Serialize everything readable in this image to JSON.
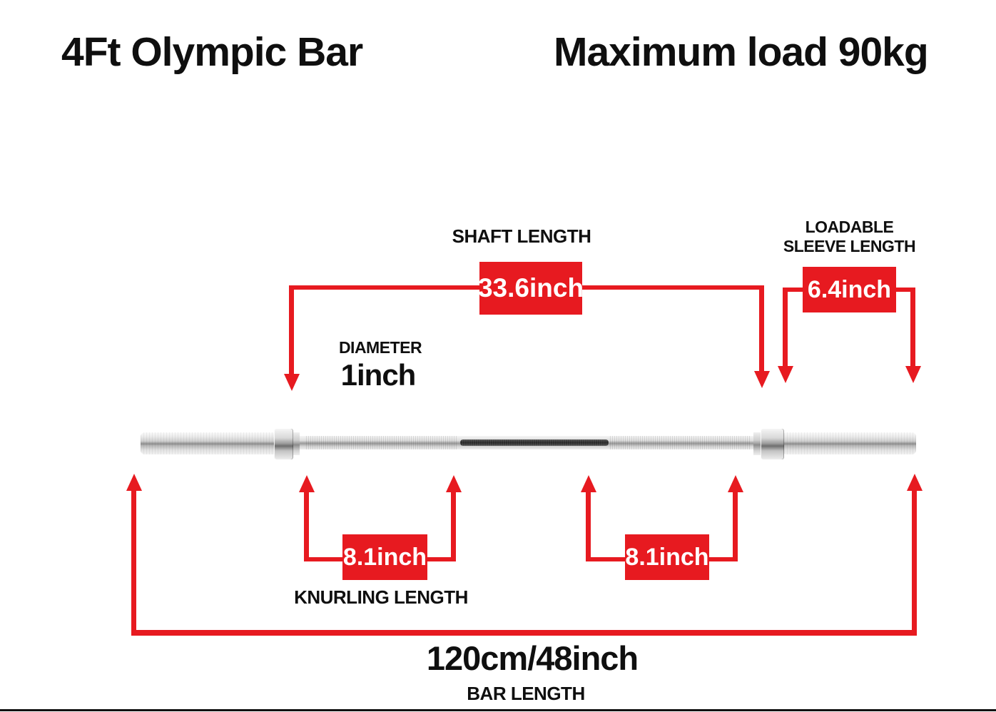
{
  "header": {
    "product_title": "4Ft Olympic Bar",
    "max_load": "Maximum load 90kg"
  },
  "annotations": {
    "shaft_length": {
      "label": "SHAFT LENGTH",
      "value": "33.6inch"
    },
    "loadable_sleeve": {
      "label_line1": "LOADABLE",
      "label_line2": "SLEEVE LENGTH",
      "value": "6.4inch"
    },
    "diameter": {
      "label": "DIAMETER",
      "value": "1inch"
    },
    "knurling": {
      "label": "KNURLING LENGTH",
      "left_value": "8.1inch",
      "right_value": "8.1inch"
    },
    "bar_length": {
      "label": "BAR LENGTH",
      "value": "120cm/48inch"
    }
  },
  "colors": {
    "accent_red": "#e71a20",
    "text_color": "#0f0f0f",
    "value_on_red": "#ffffff"
  }
}
